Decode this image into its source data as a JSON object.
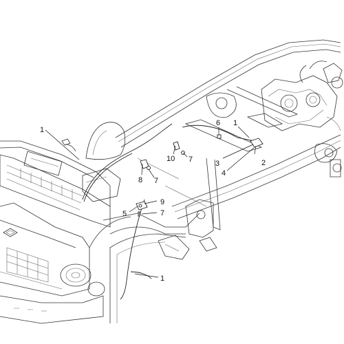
{
  "callouts": {
    "c1_top_left": "1",
    "c1_top_right": "1",
    "c1_bottom": "1",
    "c2": "2",
    "c3": "3",
    "c4": "4",
    "c5": "5",
    "c6": "6",
    "c7_left": "7",
    "c7_center": "7",
    "c7_lower": "7",
    "c8": "8",
    "c9": "9",
    "c10": "10"
  }
}
